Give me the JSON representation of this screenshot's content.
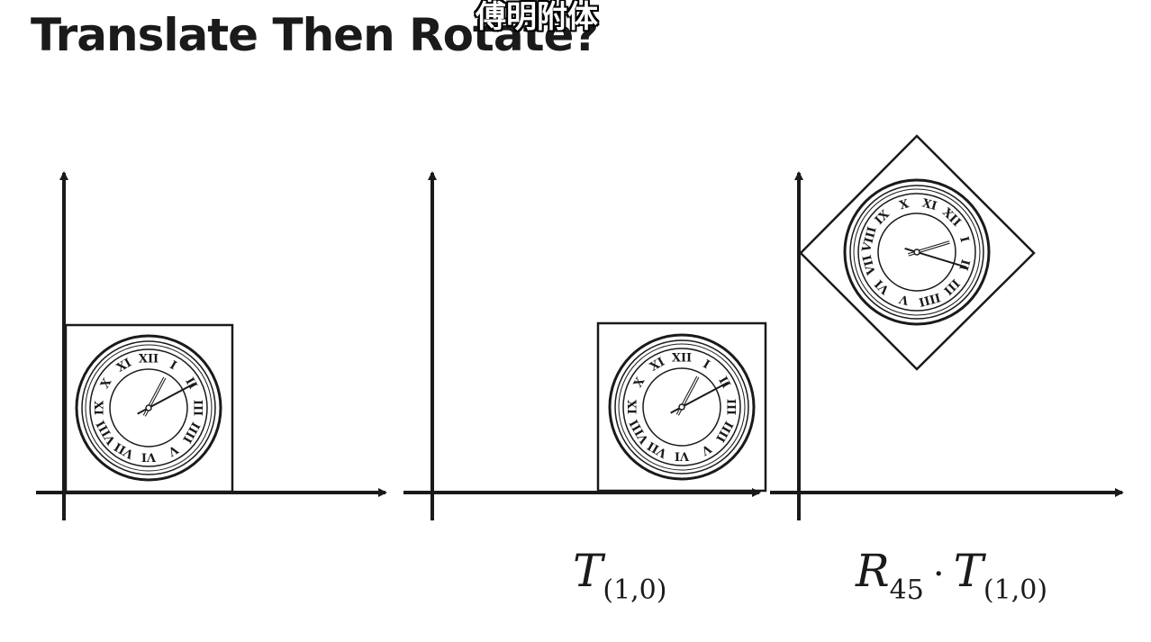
{
  "slide": {
    "title": "Translate Then Rotate?",
    "subtitle_cn": "傅明附体"
  },
  "panels": [
    {
      "name": "original"
    },
    {
      "name": "translated",
      "label_main": "T",
      "label_sub": "(1,0)"
    },
    {
      "name": "translated-then-rotated",
      "label_r": "R",
      "label_r_sub": "45",
      "label_dot": "·",
      "label_t": "T",
      "label_t_sub": "(1,0)"
    }
  ],
  "clock_numerals": [
    "XII",
    "I",
    "II",
    "III",
    "IIII",
    "V",
    "VI",
    "VII",
    "VIII",
    "IX",
    "X",
    "XI"
  ],
  "colors": {
    "ink": "#1a1a1a",
    "background": "#ffffff"
  }
}
